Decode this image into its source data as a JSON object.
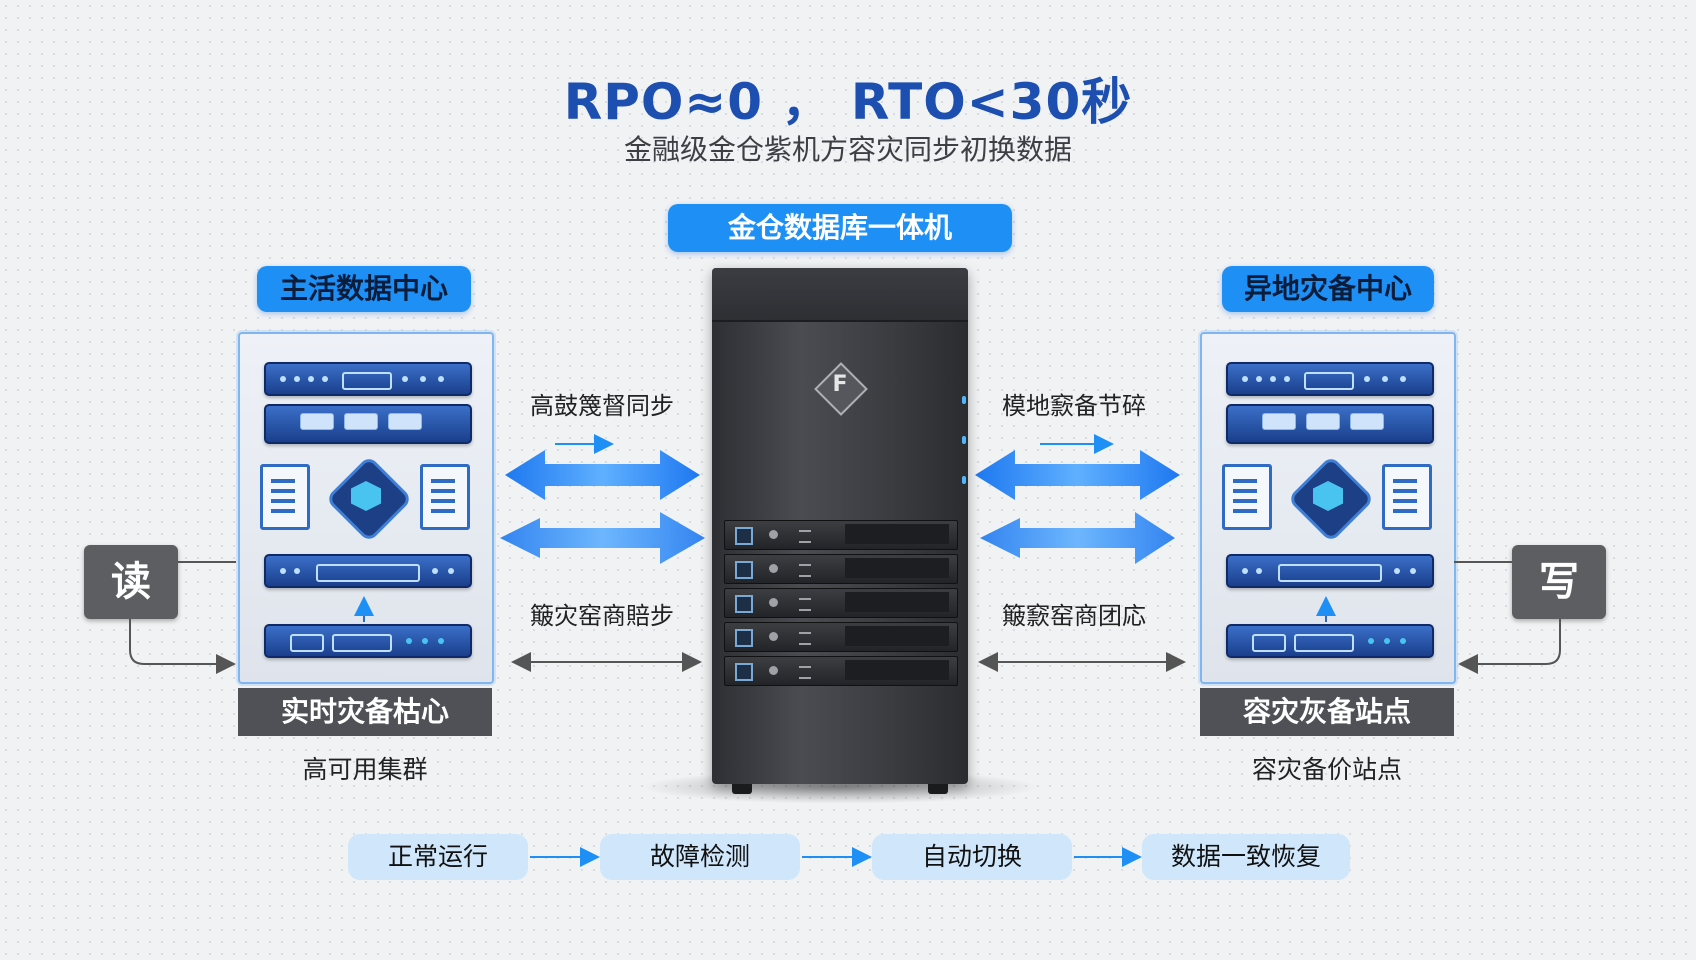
{
  "header": {
    "title": "RPO≈0 ， RTO<30秒",
    "subtitle": "金融级金仓紫机方容灾同步初换数据"
  },
  "center": {
    "product_label": "金仓数据库一体机",
    "server_logo": "F"
  },
  "left_site": {
    "title": "主活数据中心",
    "bottom_label": "实时灾备枯心",
    "caption": "高可用集群",
    "side_box": "读"
  },
  "right_site": {
    "title": "异地灾备中心",
    "bottom_label": "容灾灰备站点",
    "caption": "容灾备价站点",
    "side_box": "写"
  },
  "links": {
    "left_top": "高鼓篾督同步",
    "left_bottom": "簸灾窑商賠步",
    "right_top": "模地窾备节碎",
    "right_bottom": "簸窾窑商团応"
  },
  "flow": [
    "正常运行",
    "故障检测",
    "自动切换",
    "数据一致恢复"
  ],
  "colors": {
    "accent_blue": "#1e90f5",
    "title_blue": "#1d4fb0",
    "label_gray": "#4f5156"
  }
}
